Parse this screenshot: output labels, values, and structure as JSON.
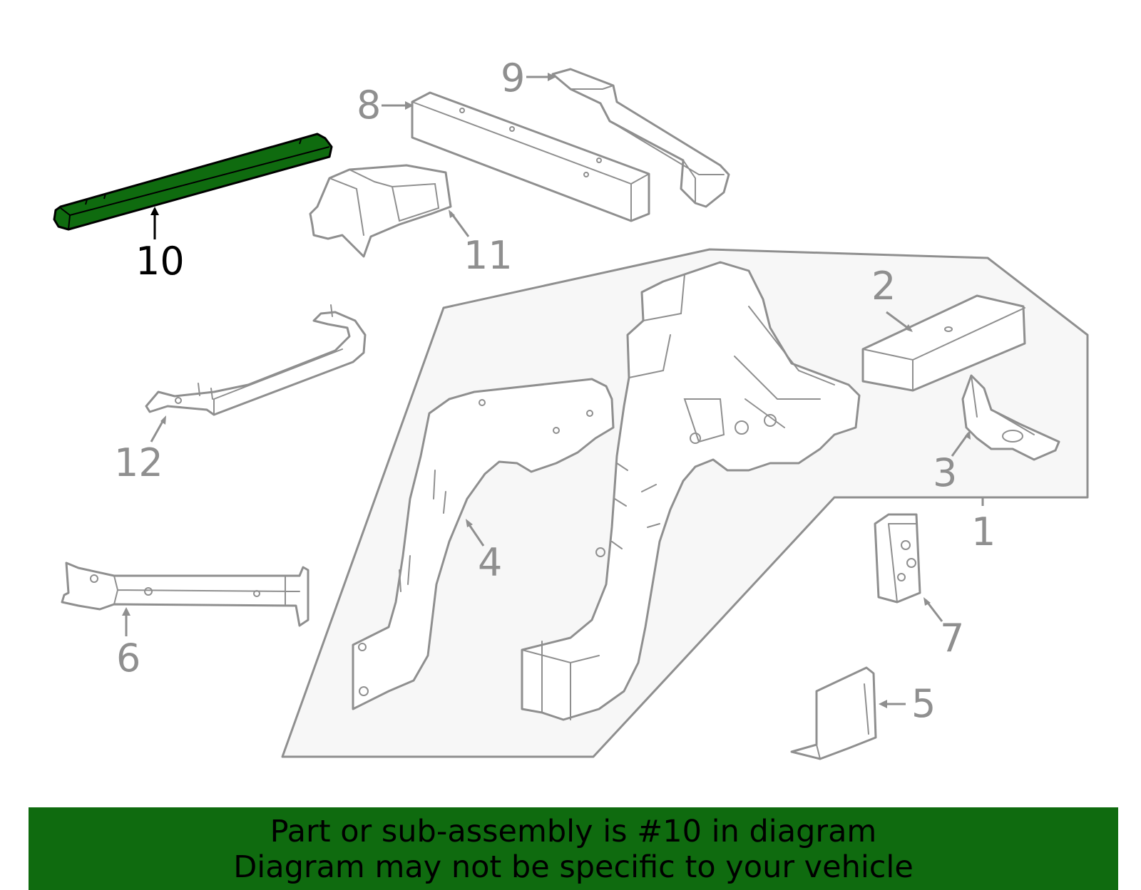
{
  "diagram": {
    "callouts": [
      {
        "id": "1",
        "label": "1"
      },
      {
        "id": "2",
        "label": "2"
      },
      {
        "id": "3",
        "label": "3"
      },
      {
        "id": "4",
        "label": "4"
      },
      {
        "id": "5",
        "label": "5"
      },
      {
        "id": "6",
        "label": "6"
      },
      {
        "id": "7",
        "label": "7"
      },
      {
        "id": "8",
        "label": "8"
      },
      {
        "id": "9",
        "label": "9"
      },
      {
        "id": "10",
        "label": "10"
      },
      {
        "id": "11",
        "label": "11"
      },
      {
        "id": "12",
        "label": "12"
      }
    ],
    "highlighted_part": "10",
    "colors": {
      "highlight": "#0f6b0f",
      "outline": "#8f8f8f",
      "assembly_fill": "#f7f7f7"
    }
  },
  "banner": {
    "line1": "Part or sub-assembly is #10 in diagram",
    "line2": "Diagram may not be specific to your vehicle"
  }
}
